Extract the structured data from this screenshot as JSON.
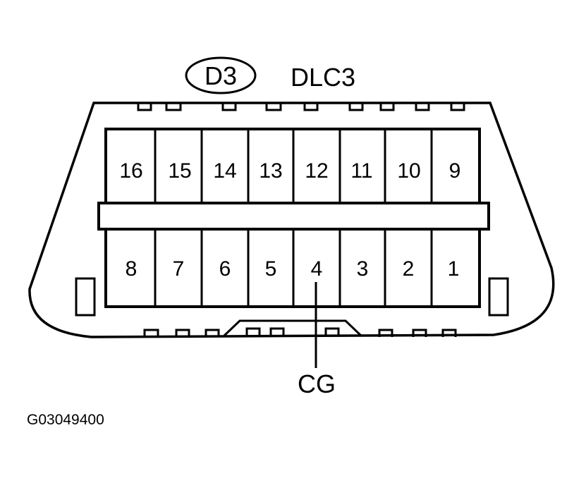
{
  "connector": {
    "badge": "D3",
    "name": "DLC3",
    "top_row": [
      "16",
      "15",
      "14",
      "13",
      "12",
      "11",
      "10",
      "9"
    ],
    "bottom_row": [
      "8",
      "7",
      "6",
      "5",
      "4",
      "3",
      "2",
      "1"
    ],
    "callout": {
      "terminal": "4",
      "label": "CG"
    }
  },
  "figure_code": "G03049400"
}
